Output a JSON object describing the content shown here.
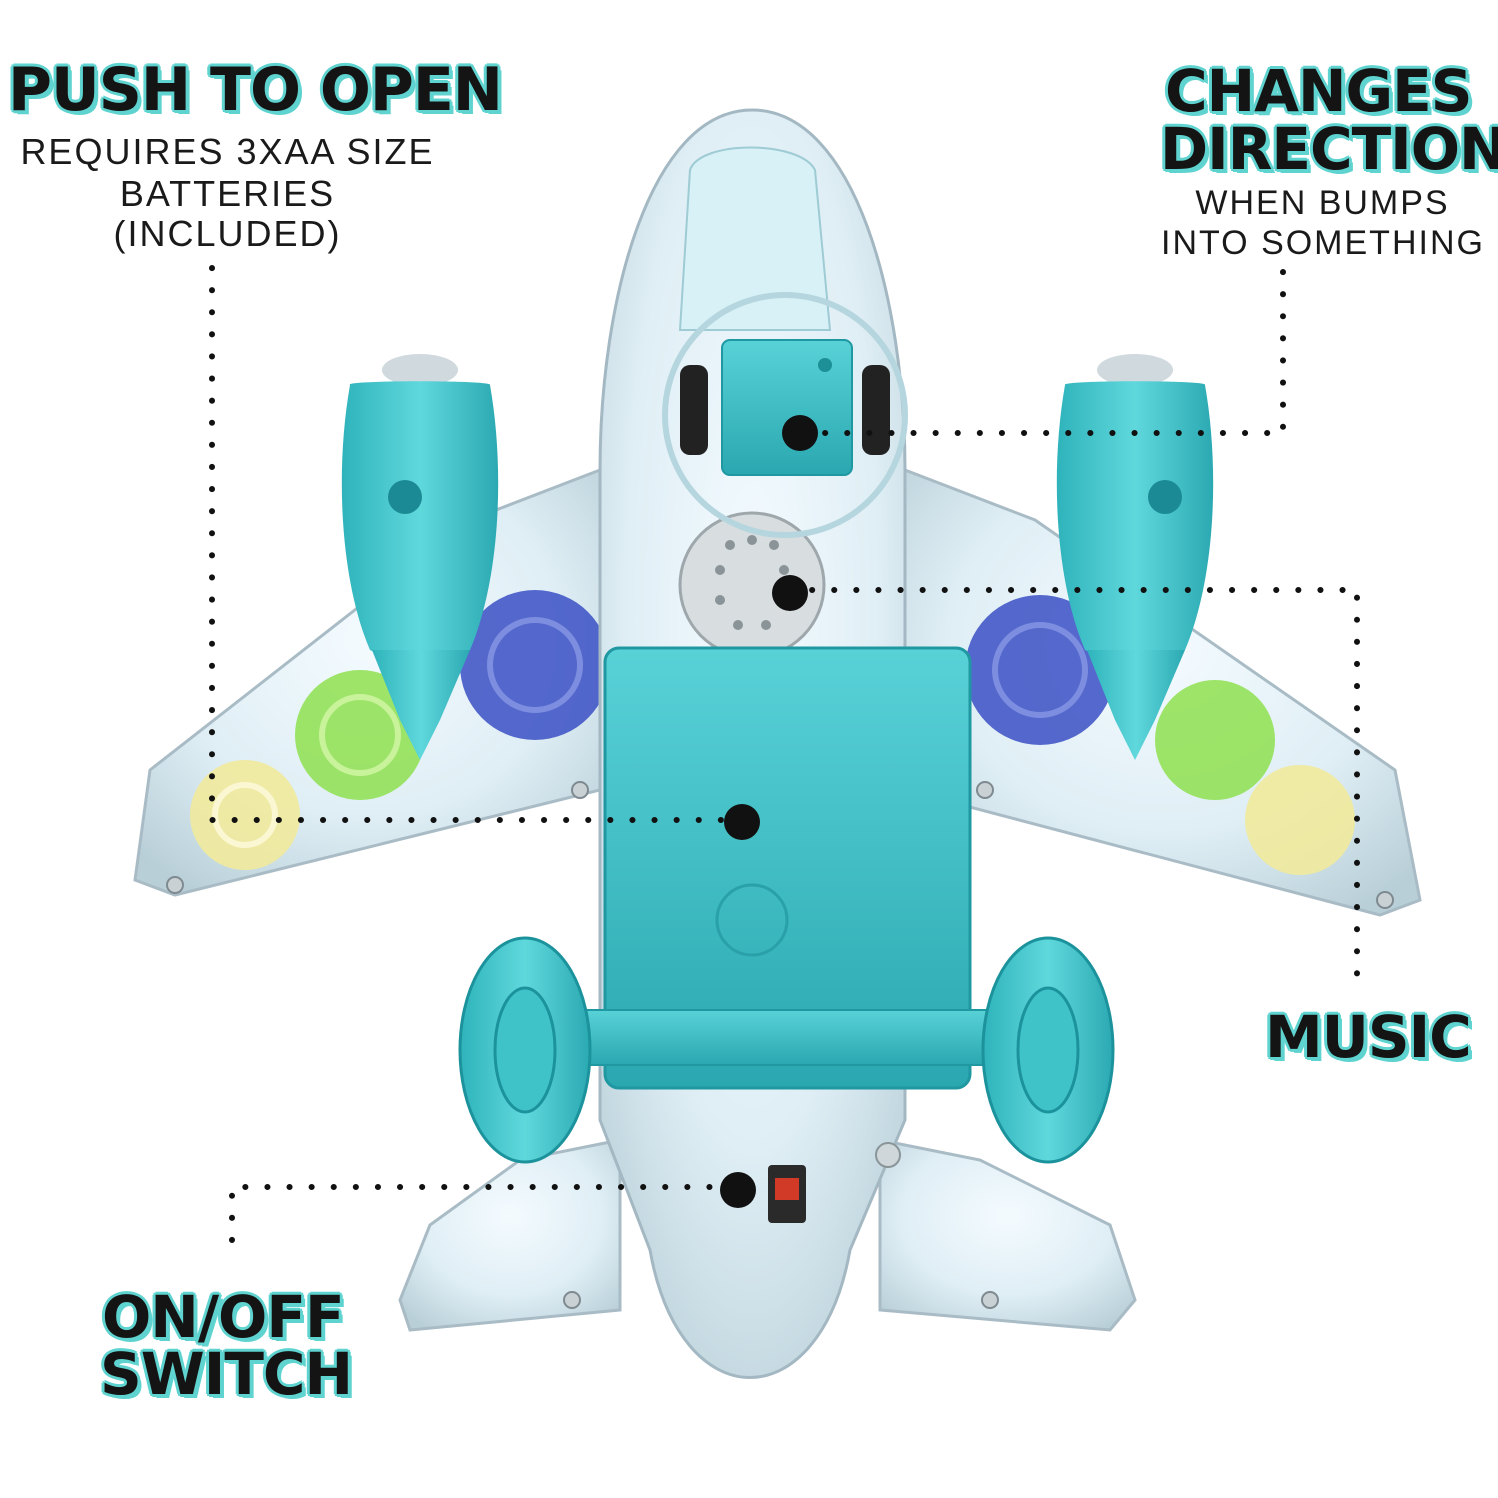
{
  "callouts": {
    "battery": {
      "title": "PUSH TO OPEN",
      "lines": [
        "REQUIRES 3XAA SIZE",
        "BATTERIES",
        "(INCLUDED)"
      ]
    },
    "direction": {
      "title_lines": [
        "CHANGES",
        "DIRECTION"
      ],
      "lines": [
        "WHEN BUMPS",
        "INTO SOMETHING"
      ]
    },
    "music": {
      "title": "MUSIC"
    },
    "switch": {
      "title_lines": [
        "ON/OFF",
        "SWITCH"
      ]
    }
  },
  "colors": {
    "accent_teal": "#5fd3cf",
    "toy_teal": "#3fc3c9",
    "gear_blue": "#3a4fc4",
    "gear_green": "#8ee04f",
    "gear_yellow": "#f1ea9c",
    "outline_text": "#141414"
  }
}
